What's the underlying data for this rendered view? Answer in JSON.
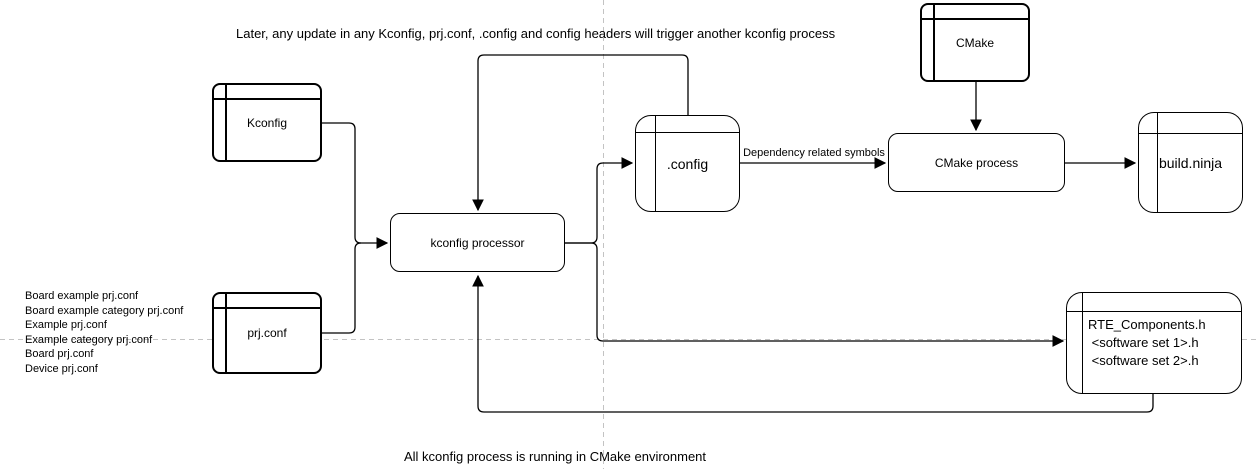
{
  "notes": {
    "top": "Later, any update in any Kconfig, prj.conf, .config and config headers will trigger another kconfig process",
    "bottom": "All kconfig process is running in CMake environment"
  },
  "file_list": {
    "lines": [
      "Board example prj.conf",
      "Board example category prj.conf",
      "Example prj.conf",
      "Example category prj.conf",
      "Board prj.conf",
      "Device prj.conf"
    ]
  },
  "nodes": {
    "kconfig": {
      "label": "Kconfig"
    },
    "prj_conf": {
      "label": "prj.conf"
    },
    "kconfig_processor": {
      "label": "kconfig processor"
    },
    "dot_config": {
      "label": ".config"
    },
    "cmake": {
      "label": "CMake"
    },
    "cmake_process": {
      "label": "CMake process"
    },
    "build_ninja": {
      "label": "build.ninja"
    },
    "rte_components": {
      "lines": [
        "RTE_Components.h",
        " <software set 1>.h",
        " <software set 2>.h"
      ]
    }
  },
  "edges": {
    "dependency_label": "Dependency related symbols",
    "list": [
      {
        "from": "Kconfig",
        "to": "kconfig processor",
        "label": ""
      },
      {
        "from": "prj.conf",
        "to": "kconfig processor",
        "label": ""
      },
      {
        "from": "kconfig processor",
        "to": ".config",
        "label": ""
      },
      {
        "from": "kconfig processor",
        "to": "RTE_Components.h",
        "label": ""
      },
      {
        "from": ".config",
        "to": "kconfig processor",
        "label": ""
      },
      {
        "from": ".config",
        "to": "CMake process",
        "label": "Dependency related symbols"
      },
      {
        "from": "CMake",
        "to": "CMake process",
        "label": ""
      },
      {
        "from": "CMake process",
        "to": "build.ninja",
        "label": ""
      },
      {
        "from": "RTE_Components.h",
        "to": "kconfig processor",
        "label": ""
      }
    ]
  },
  "colors": {
    "line": "#000000",
    "guide": "#c3c3c3",
    "box_fill": "#ffffff",
    "text": "#000000"
  }
}
